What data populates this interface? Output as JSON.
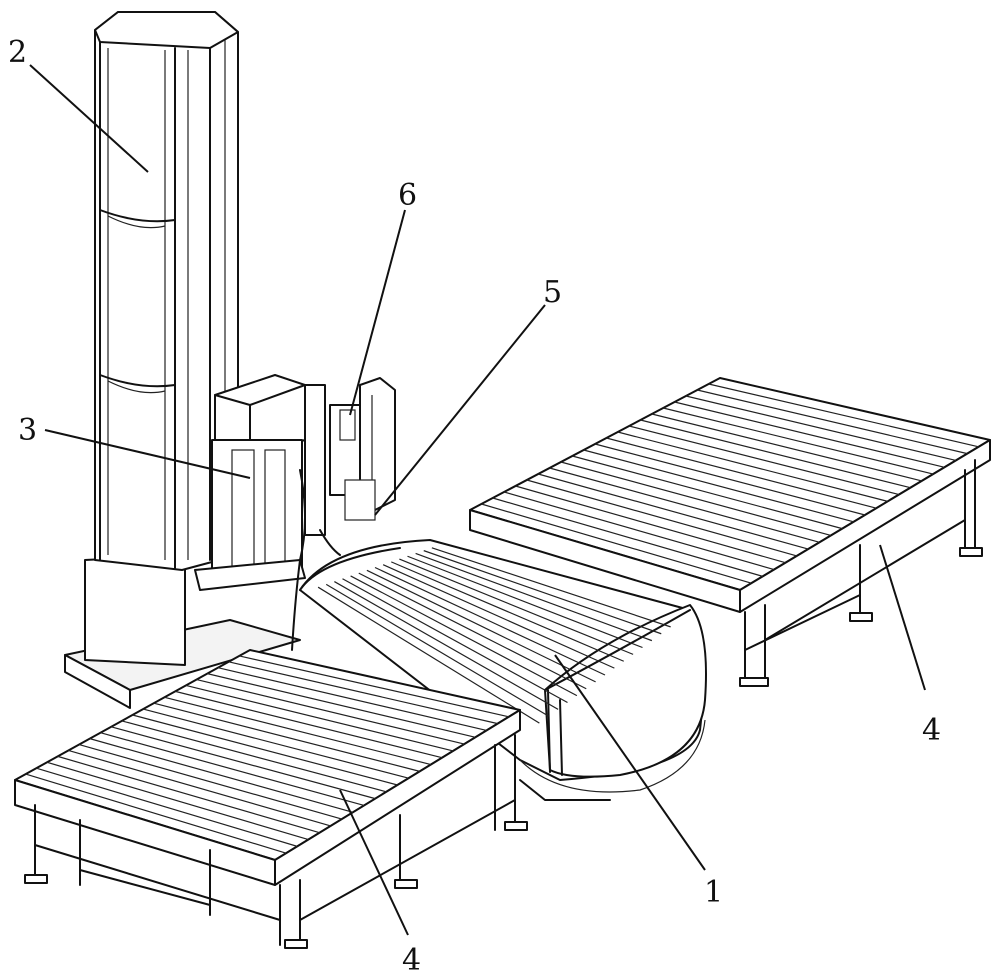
{
  "labels": {
    "turntable": "1",
    "mast_column": "2",
    "film_carriage": "3",
    "conveyor_left": "4",
    "conveyor_right": "4",
    "cutting_device": "5",
    "clamping_device": "6"
  },
  "colors": {
    "line": "#111111",
    "background": "#ffffff",
    "panel": "#f3f3f3"
  }
}
